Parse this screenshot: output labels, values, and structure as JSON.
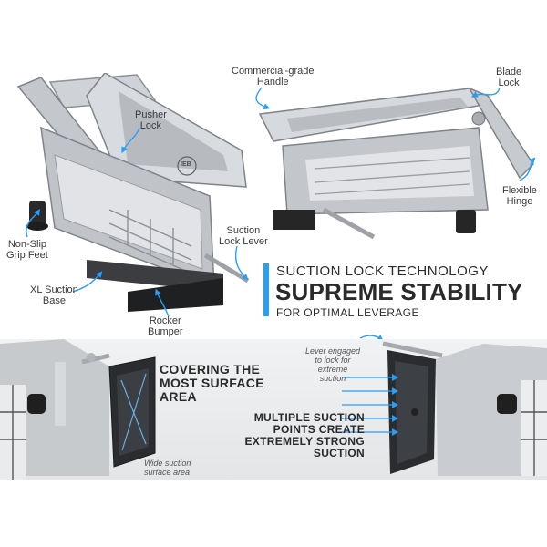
{
  "callouts": {
    "commercial_handle_1": "Commercial-grade",
    "commercial_handle_2": "Handle",
    "blade_lock_1": "Blade",
    "blade_lock_2": "Lock",
    "pusher_lock_1": "Pusher",
    "pusher_lock_2": "Lock",
    "flexible_hinge_1": "Flexible",
    "flexible_hinge_2": "Hinge",
    "suction_lever_1": "Suction",
    "suction_lever_2": "Lock Lever",
    "non_slip_1": "Non-Slip",
    "non_slip_2": "Grip Feet",
    "xl_suction_1": "XL Suction",
    "xl_suction_2": "Base",
    "rocker_1": "Rocker",
    "rocker_2": "Bumper"
  },
  "headline": {
    "top": "SUCTION LOCK TECHNOLOGY",
    "main": "SUPREME STABILITY",
    "sub": "FOR OPTIMAL LEVERAGE"
  },
  "bottom_left": {
    "line1": "COVERING THE",
    "line2": "MOST SURFACE",
    "line3": "AREA",
    "note1": "Wide suction",
    "note2": "surface area"
  },
  "bottom_right": {
    "line1": "MULTIPLE SUCTION",
    "line2": "POINTS CREATE",
    "line3": "EXTREMELY STRONG",
    "line4": "SUCTION",
    "note1": "Lever engaged",
    "note2": "to lock for",
    "note3": "extreme",
    "note4": "suction"
  },
  "logo_text": "IEB",
  "colors": {
    "accent": "#2a9df4",
    "steel": "#c9ccd0",
    "rubber": "#2b2b2b"
  }
}
